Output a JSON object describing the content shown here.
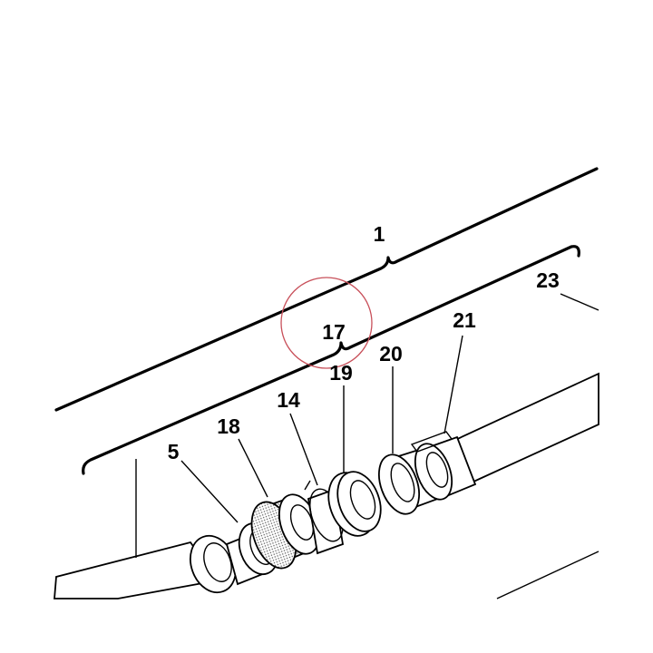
{
  "labels": {
    "l1": "1",
    "l17": "17",
    "l23": "23",
    "l21": "21",
    "l20": "20",
    "l19": "19",
    "l14": "14",
    "l18": "18",
    "l5": "5"
  },
  "colors": {
    "line": "#000000",
    "highlight_circle": "#c8505a",
    "stipple": "#d9d9d9"
  }
}
